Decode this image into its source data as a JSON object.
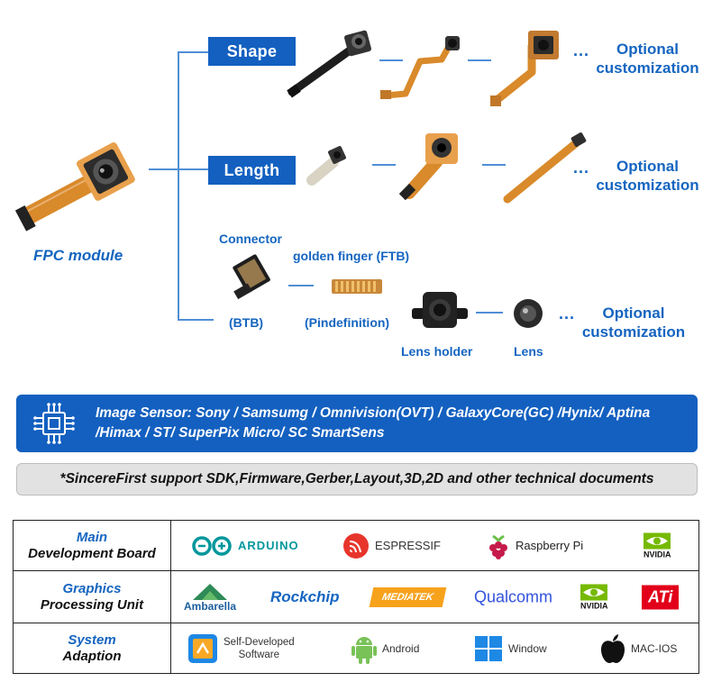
{
  "module_label": "FPC module",
  "categories": {
    "shape": "Shape",
    "length": "Length"
  },
  "optional": {
    "dots": "...",
    "line1": "Optional",
    "line2": "customization"
  },
  "connector": {
    "title": "Connector",
    "btb": "(BTB)",
    "ftb": "golden finger (FTB)",
    "pin": "(Pindefinition)",
    "lens_holder": "Lens holder",
    "lens": "Lens"
  },
  "sensor_text": "Image Sensor: Sony / Samsumg / Omnivision(OVT) / GalaxyCore(GC) /Hynix/ Aptina /Himax / ST/ SuperPix Micro/ SC SmartSens",
  "support_text": "*SincereFirst support SDK,Firmware,Gerber,Layout,3D,2D and other technical documents",
  "rows": [
    {
      "head_a": "Main",
      "head_b": "Development Board",
      "logos": [
        "ARDUINO",
        "ESPRESSIF",
        "Raspberry Pi",
        "NVIDIA"
      ]
    },
    {
      "head_a": "Graphics",
      "head_b": "Processing Unit",
      "logos": [
        "Ambarella",
        "Rockchip",
        "MEDIATEK",
        "Qualcomm",
        "NVIDIA",
        "ATi"
      ]
    },
    {
      "head_a": "System",
      "head_b": "Adaption",
      "logos": [
        "Self-Developed",
        "Software",
        "Android",
        "Window",
        "MAC-IOS"
      ]
    }
  ],
  "colors": {
    "brand_blue": "#1360c0",
    "text_blue": "#1565c0",
    "support_bg": "#e2e2e2",
    "fpc_orange": "#d98a2b"
  }
}
